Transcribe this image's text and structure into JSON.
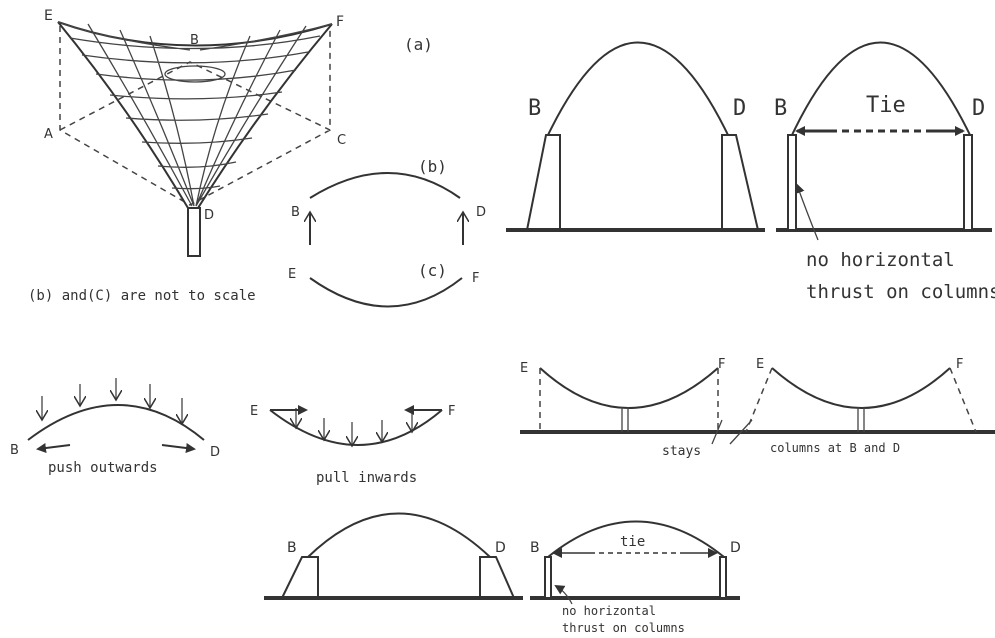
{
  "fig_a": {
    "points": {
      "E": "E",
      "B": "B",
      "F": "F",
      "A": "A",
      "C": "C",
      "D": "D"
    },
    "caption_a": "(a)",
    "caption_b": "(b)",
    "caption_c": "(c)",
    "arch_labels": {
      "B": "B",
      "D": "D",
      "E": "E",
      "F": "F"
    },
    "scale_note": "(b) and(C) are not to scale"
  },
  "fig_top_right": {
    "left_labels": {
      "B": "B",
      "D": "D"
    },
    "right_labels": {
      "B": "B",
      "D": "D",
      "tie": "Tie"
    },
    "note_line1": "no horizontal",
    "note_line2": "thrust on columns"
  },
  "fig_loads": {
    "arch": {
      "B": "B",
      "D": "D",
      "caption": "push outwards"
    },
    "cable": {
      "E": "E",
      "F": "F",
      "caption": "pull inwards"
    }
  },
  "fig_cables_right": {
    "left": {
      "E": "E",
      "F": "F"
    },
    "right": {
      "E": "E",
      "F": "F"
    },
    "stays_label": "stays",
    "columns_label": "columns at B and D"
  },
  "fig_bottom": {
    "left": {
      "B": "B",
      "D": "D"
    },
    "right": {
      "B": "B",
      "D": "D",
      "tie": "tie"
    },
    "note_line1": "no horizontal",
    "note_line2": "thrust on columns"
  }
}
